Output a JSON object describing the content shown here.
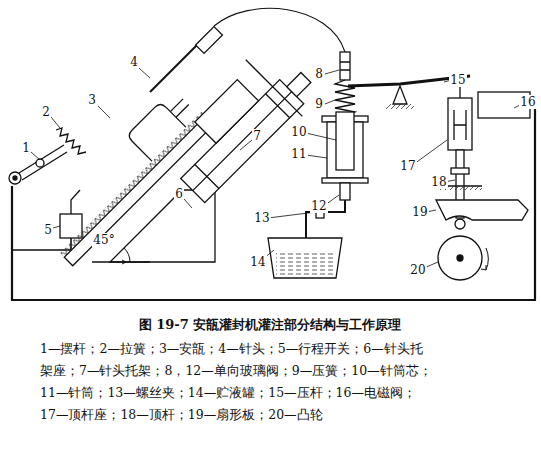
{
  "diagram": {
    "caption": "图 19-7   安瓿灌封机灌注部分结构与工作原理",
    "labels": [
      "1",
      "2",
      "3",
      "4",
      "5",
      "6",
      "7",
      "8",
      "9",
      "10",
      "11",
      "12",
      "13",
      "14",
      "15",
      "16",
      "17",
      "18",
      "19",
      "20",
      "45°",
      "1—摆杆；2—拉簧；3—安瓿；4—针头；5—行程开关；6—针头托",
      "架座；7—针头托架；8，12—单向玻璃阀；9—压簧；10—针筒芯；",
      "11—针筒；13—螺丝夹；14—贮液罐；15—压杆；16—电磁阀；",
      "17—顶杆座；18—顶杆；19—扇形板；20—凸轮"
    ]
  }
}
